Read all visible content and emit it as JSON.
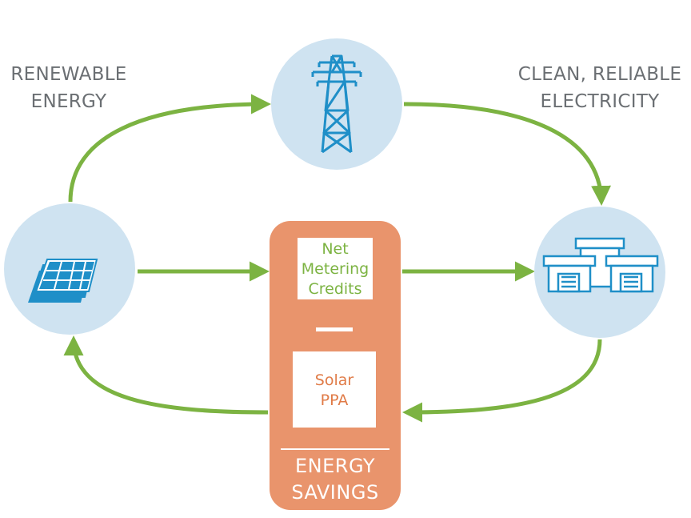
{
  "labels": {
    "top_left": [
      "RENEWABLE",
      "ENERGY"
    ],
    "top_right": [
      "CLEAN, RELIABLE",
      "ELECTRICITY"
    ]
  },
  "cards": {
    "net_metering": [
      "Net",
      "Metering",
      "Credits"
    ],
    "solar_ppa": [
      "Solar",
      "PPA"
    ]
  },
  "savings": [
    "ENERGY",
    "SAVINGS"
  ],
  "icons": {
    "top": "transmission-tower-icon",
    "left": "solar-panels-icon",
    "right": "buildings-icon"
  },
  "colors": {
    "arrow": "#7cb342",
    "circle": "#cfe3f1",
    "icon": "#1f8fc8",
    "savings_box": "#e9946c",
    "label_text": "#6b6f73"
  }
}
